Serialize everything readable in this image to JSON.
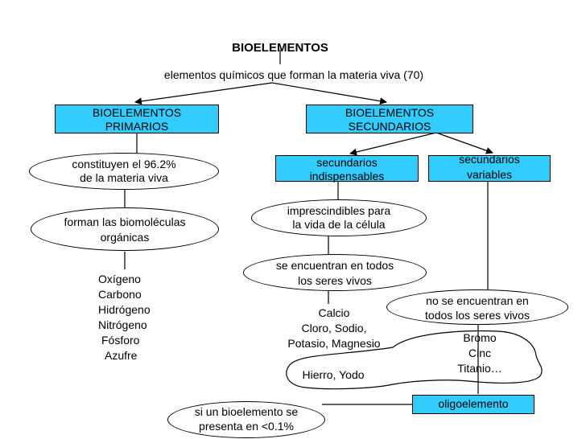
{
  "title": "BIOELEMENTOS",
  "subtitle": "elementos químicos que forman la materia viva (70)",
  "primarios": {
    "box": [
      "BIOELEMENTOS",
      "PRIMARIOS"
    ],
    "oval1": [
      "constituyen el  96.2%",
      "de la materia viva"
    ],
    "oval2": [
      "forman las biomoléculas",
      "orgánicas"
    ],
    "list": [
      "Oxígeno",
      "Carbono",
      "Hidrógeno",
      "Nitrógeno",
      "Fósforo",
      "Azufre"
    ]
  },
  "secundarios": {
    "box": [
      "BIOELEMENTOS",
      "SECUNDARIOS"
    ],
    "indispensables": {
      "box": [
        "secundarios",
        "indispensables"
      ],
      "oval1": [
        "imprescindibles  para",
        "la vida de la célula"
      ],
      "oval2": [
        "se encuentran en todos",
        "los  seres vivos"
      ],
      "list": [
        "Calcio",
        "Cloro, Sodio,",
        "Potasio, Magnesio"
      ],
      "extra": "Hierro, Yodo"
    },
    "variables": {
      "box": [
        "secundarios",
        "variables"
      ],
      "oval": [
        "no se encuentran en",
        "todos los  seres vivos"
      ],
      "list": [
        "Bromo",
        "Cinc",
        "Titanio…"
      ]
    }
  },
  "oligoelemento": {
    "box": "oligoelemento",
    "oval": [
      "si un bioelemento se",
      "presenta en <0.1%"
    ]
  }
}
